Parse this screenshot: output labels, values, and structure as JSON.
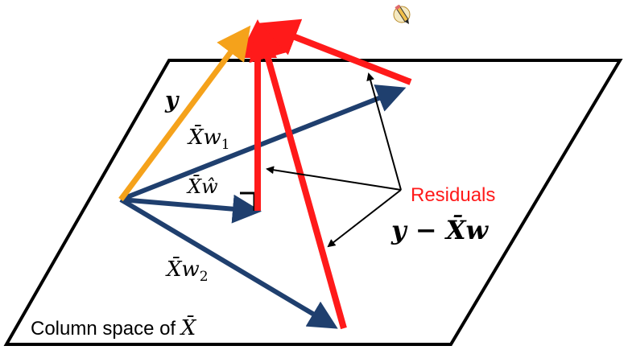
{
  "colors": {
    "plane_stroke": "#000000",
    "y_vector": "#f5a21b",
    "fitted_vectors": "#1f3f6e",
    "residual_vectors": "#ff1a1a",
    "pointer_arrows": "#000000",
    "residuals_label": "#ff1a1a"
  },
  "labels": {
    "y": "y",
    "xw1_base": "X̄w",
    "xw1_sub": "1",
    "xhat_base": "X̄ŵ",
    "xw2_base": "X̄w",
    "xw2_sub": "2",
    "residuals": "Residuals",
    "residual_formula": "y − X̄w",
    "column_space": "Column space of",
    "column_space_symbol": "X̄"
  },
  "icons": {
    "pencil": "pencil-icon"
  }
}
